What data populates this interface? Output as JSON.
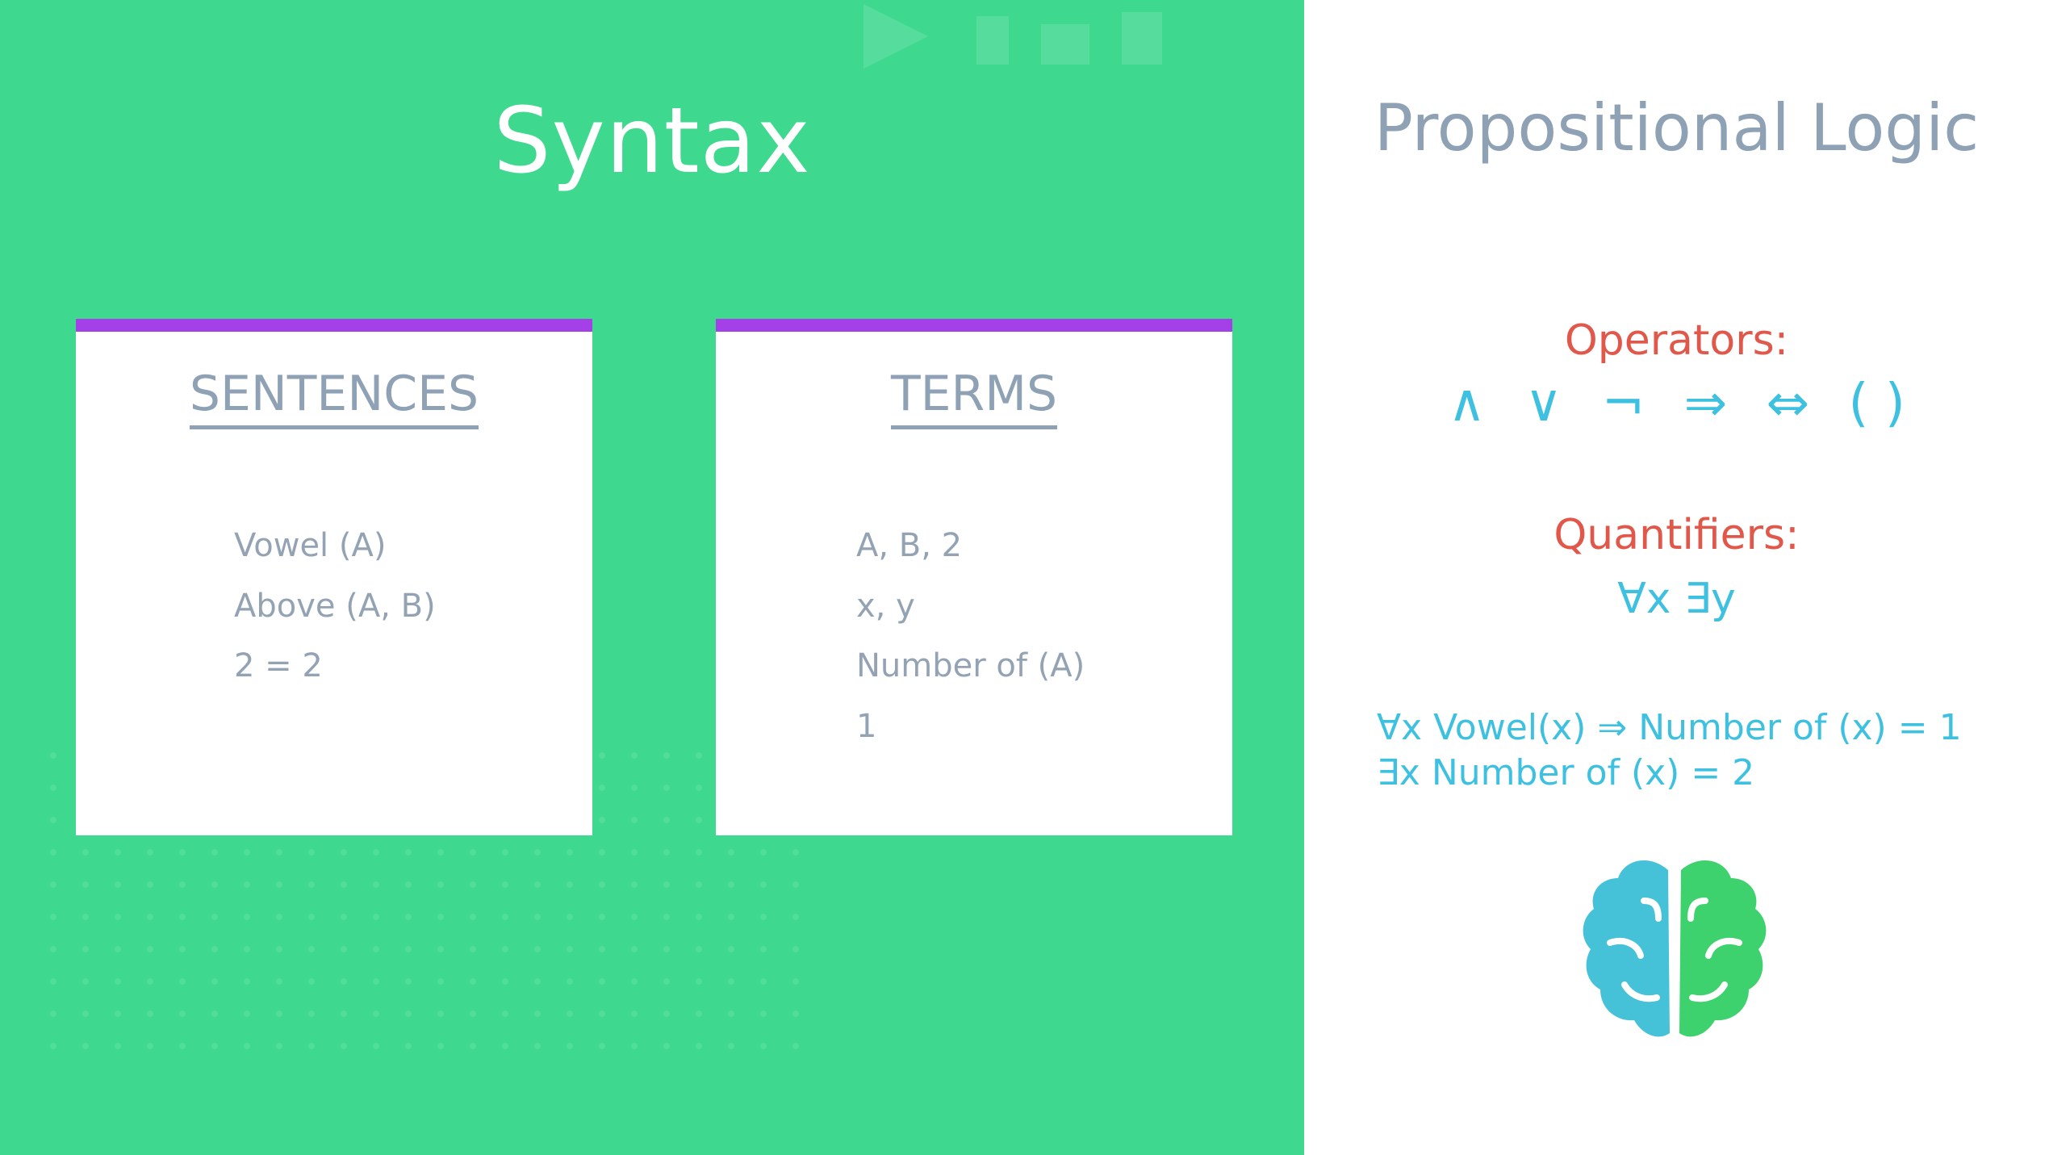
{
  "left": {
    "title": "Syntax",
    "sentences_card": {
      "header": "SENTENCES",
      "items": [
        "Vowel (A)",
        "Above (A, B)",
        "2 = 2"
      ]
    },
    "terms_card": {
      "header": "TERMS",
      "items": [
        "A, B, 2",
        "x, y",
        "Number of (A)",
        "1"
      ]
    }
  },
  "right": {
    "title": "Propositional Logic",
    "operators_label": "Operators:",
    "operators": [
      "∧",
      "∨",
      "¬",
      "⇒",
      "⇔",
      "( )"
    ],
    "quantifiers_label": "Quantifiers:",
    "quantifiers": "∀x ∃y",
    "formulas": [
      "∀x Vowel(x) ⇒ Number of (x) = 1",
      "∃x Number of (x) = 2"
    ]
  },
  "icons": {
    "brain": "brain-icon",
    "watermark": "play-logo-icon"
  },
  "colors": {
    "green_background": "#3ed98f",
    "card_accent": "#a340e8",
    "label_red": "#e1574a",
    "symbol_blue": "#3ec1e0",
    "text_gray": "#8fa1b4",
    "brain_left": "#45c1d8",
    "brain_right": "#3ed26e"
  }
}
